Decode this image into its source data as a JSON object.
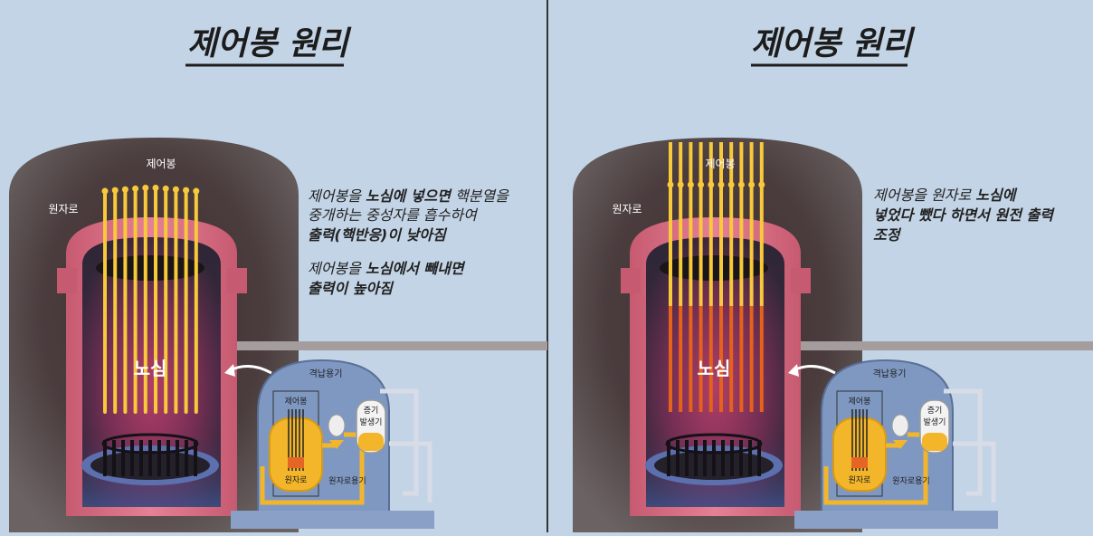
{
  "left": {
    "title": "제어봉 원리",
    "label_rod": "제어봉",
    "label_reactor": "원자로",
    "label_core": "노심",
    "desc1_pre": "제어봉을 ",
    "desc1_bold": "노심에 넣으면",
    "desc1_post": " 핵분열을",
    "desc1_line2": "중개하는 중성자를 흡수하여",
    "desc1_line3": "출력(핵반응)이 낮아짐",
    "desc2_pre": "제어봉을 ",
    "desc2_bold": "노심에서 빼내면",
    "desc2_line2": "출력이 높아짐"
  },
  "right": {
    "title": "제어봉 원리",
    "label_rod": "제어봉",
    "label_reactor": "원자로",
    "label_core": "노심",
    "desc_pre": "제어봉을 원자로 ",
    "desc_bold": "노심에",
    "desc_line2": "넣었다 뺐다 하면서 원전 출력",
    "desc_line3": "조정"
  },
  "inset": {
    "containment": "격납용기",
    "rod": "제어봉",
    "steam_gen_1": "증기",
    "steam_gen_2": "발생기",
    "reactor": "원자로",
    "vessel": "원자로용기"
  },
  "colors": {
    "background": "#c3d4e6",
    "rod_yellow": "#f8c93a",
    "rod_orange": "#e5621b",
    "vessel_pink": "#d96a7d",
    "concrete": "#5d5454"
  }
}
